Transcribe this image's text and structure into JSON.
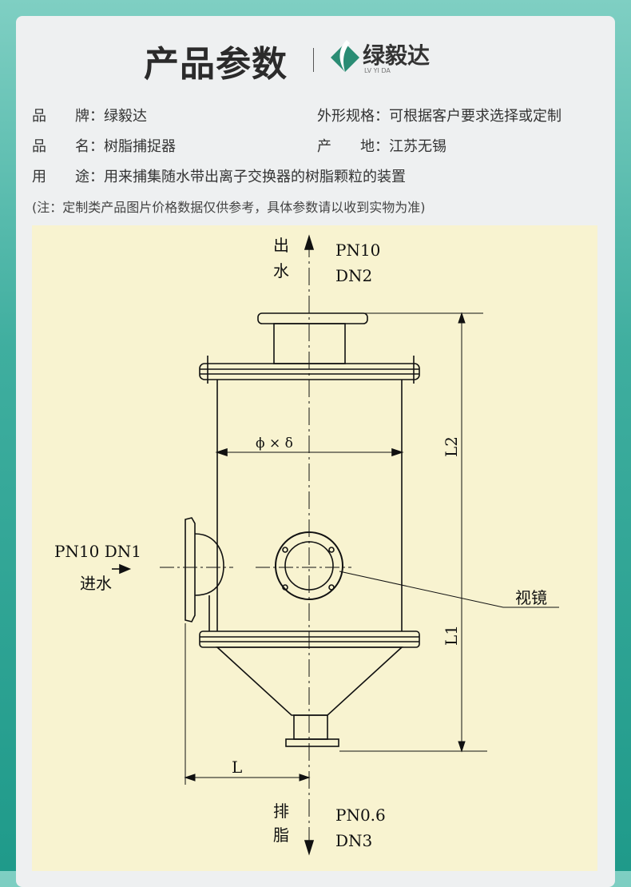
{
  "header": {
    "title": "产品参数",
    "brand": "绿毅达",
    "brand_sub": "LV YI DA",
    "brand_color": "#2a8c74"
  },
  "specs": [
    {
      "label": "品　　牌：",
      "value": "绿毅达"
    },
    {
      "label": "外形规格：",
      "value": "可根据客户要求选择或定制"
    },
    {
      "label": "品　　名：",
      "value": "树脂捕捉器"
    },
    {
      "label": "产　　地：",
      "value": "江苏无锡"
    },
    {
      "label": "用　　途：",
      "value": "用来捕集随水带出离子交换器的树脂颗粒的装置"
    }
  ],
  "note": "(注：定制类产品图片价格数据仅供参考，具体参数请以收到实物为准)",
  "diagram": {
    "outlet_top": {
      "c1": "出",
      "c2": "水",
      "pn": "PN10",
      "dn": "DN2"
    },
    "inlet": {
      "spec": "PN10 DN1",
      "label": "进水"
    },
    "sight_glass": "视镜",
    "dim_phi": "ϕ × δ",
    "dim_L2": "L2",
    "dim_L1": "L1",
    "dim_L": "L",
    "outlet_bottom": {
      "c1": "排",
      "c2": "脂",
      "pn": "PN0.6",
      "dn": "DN3"
    }
  }
}
